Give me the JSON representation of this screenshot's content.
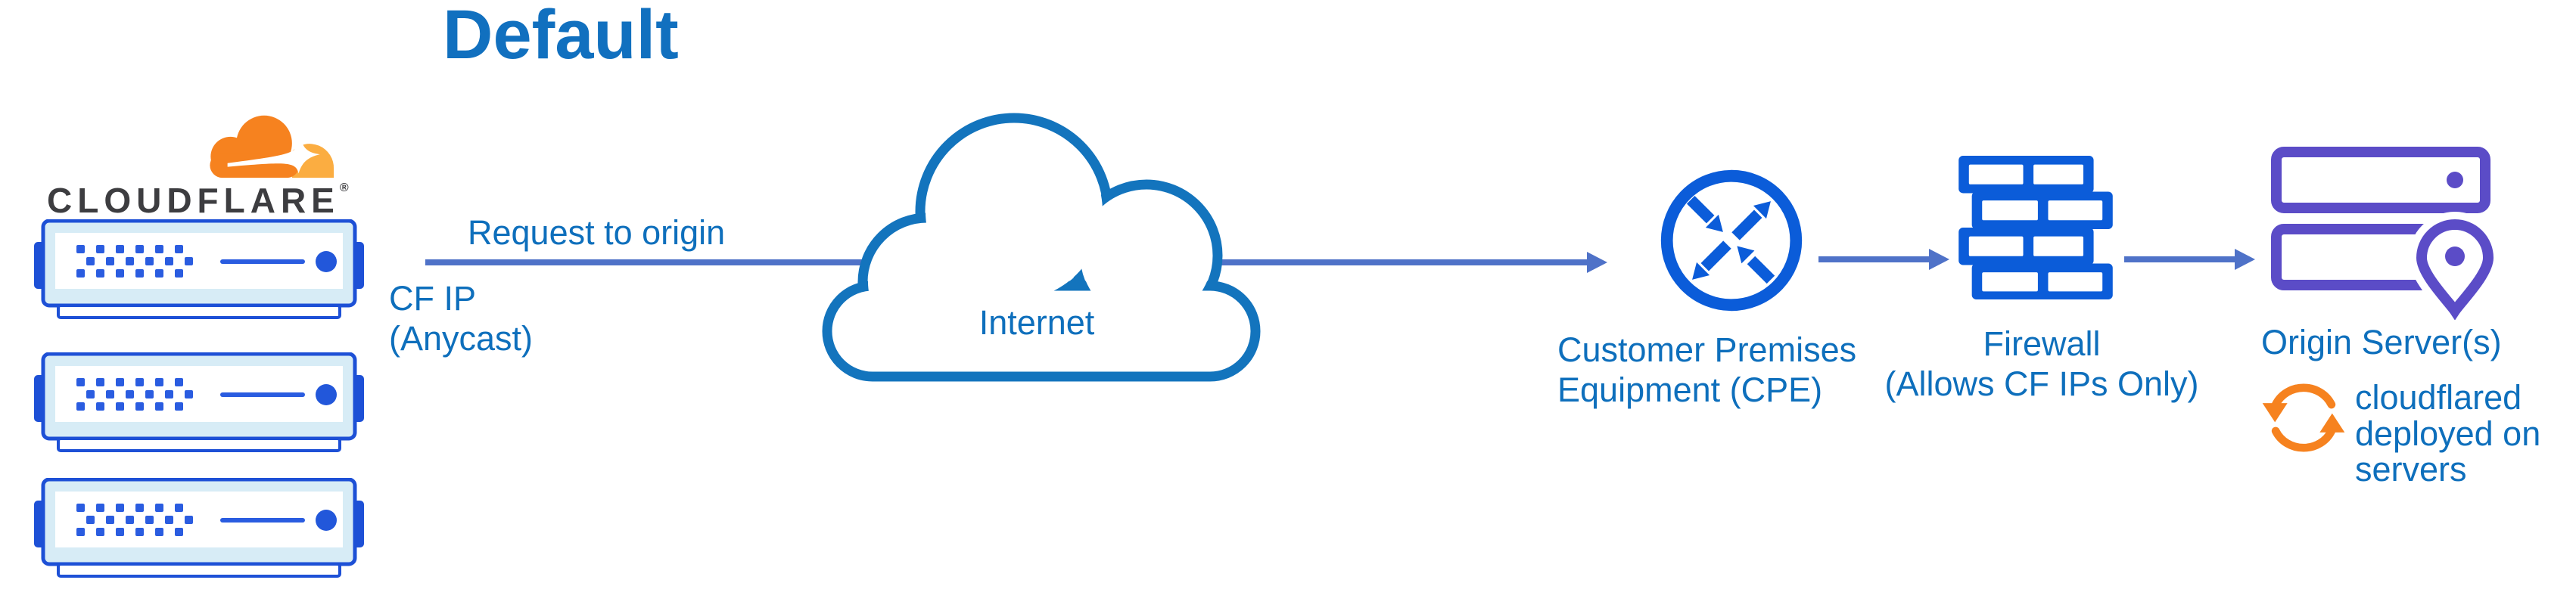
{
  "title": "Default",
  "cloudflare": {
    "wordmark": "CLOUDFLARE",
    "registered_mark": "®",
    "server_count": 3
  },
  "flow": {
    "request_label": "Request to origin",
    "cf_ip_line1": "CF IP",
    "cf_ip_line2": "(Anycast)"
  },
  "internet": {
    "label": "Internet"
  },
  "cpe": {
    "label_line1": "Customer Premises",
    "label_line2": "Equipment (CPE)"
  },
  "firewall": {
    "label_line1": "Firewall",
    "label_line2": "(Allows CF IPs Only)"
  },
  "origin": {
    "label": "Origin Server(s)",
    "note_line1": "cloudflared",
    "note_line2": "deployed on",
    "note_line3": "servers"
  },
  "icons": [
    "cloudflare-logo-icon",
    "edge-server-icon",
    "internet-cloud-icon",
    "cpe-router-icon",
    "firewall-icon",
    "origin-servers-icon",
    "location-pin-icon",
    "sync-arrows-icon",
    "flow-arrow"
  ],
  "colors": {
    "label_blue": "#0e6fbc",
    "title_blue": "#1170bf",
    "icon_blue": "#0b5cd9",
    "server_border_blue": "#1d50d6",
    "server_dot_blue": "#2a5ce0",
    "server_fill": "#d7ecf6",
    "line_slate": "#4f72c8",
    "cloud_stroke": "#1374bd",
    "origin_purple": "#5b4cc7",
    "cf_orange": "#f6821f",
    "cf_orange_light": "#fbad41",
    "wordmark_dark": "#3d3d40",
    "background": "#ffffff"
  }
}
